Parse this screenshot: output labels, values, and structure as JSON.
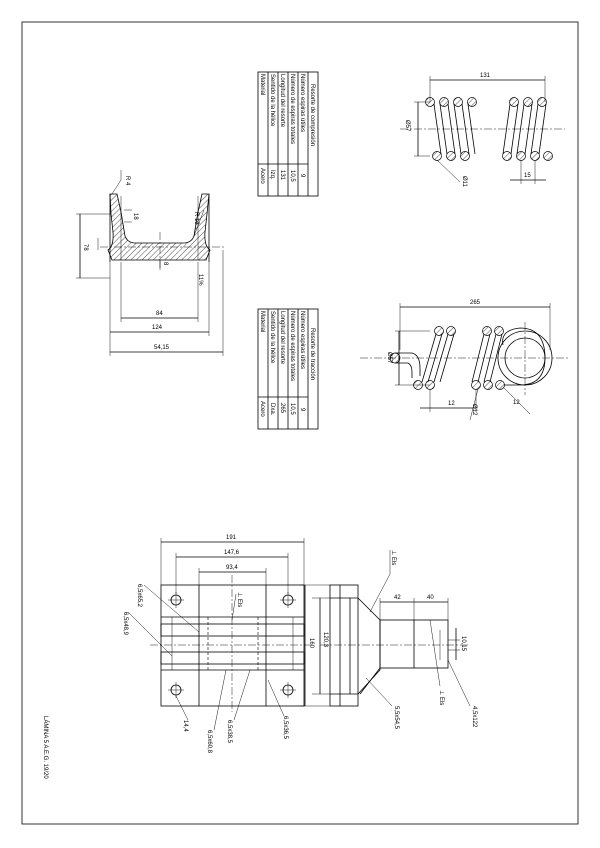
{
  "sheet": {
    "footer_label": "LÁMINA 5 A.E.G. 19/20"
  },
  "beam": {
    "dims": {
      "r4": "R 4",
      "r13": "R 13",
      "d18": "18",
      "d8": "8",
      "d78": "78",
      "slope": "11%",
      "d84": "84",
      "d124": "124",
      "d5415": "54,15"
    }
  },
  "compression_table": {
    "title": "Resorte de compresión",
    "rows": [
      {
        "label": "Número espiras útiles",
        "value": "9"
      },
      {
        "label": "Número de espiras totales",
        "value": "10,5"
      },
      {
        "label": "Longitud del resorte",
        "value": "131"
      },
      {
        "label": "Sentido de la hélice",
        "value": "Izq."
      },
      {
        "label": "Material",
        "value": "Acero"
      }
    ]
  },
  "compression_spring": {
    "dims": {
      "length": "131",
      "diameter": "Ø57",
      "wire": "Ø11",
      "pitch": "15"
    }
  },
  "traction_table": {
    "title": "Resorte de tracción",
    "rows": [
      {
        "label": "Número espiras útiles",
        "value": "9"
      },
      {
        "label": "Número de espiras totales",
        "value": "10,5"
      },
      {
        "label": "Longitud del resorte",
        "value": "265"
      },
      {
        "label": "Sentido de la hélice",
        "value": "Dxa."
      },
      {
        "label": "Material",
        "value": "Acero"
      }
    ]
  },
  "traction_spring": {
    "dims": {
      "length": "265",
      "diameter": "Ø57",
      "wire": "Ø12",
      "pitch": "12",
      "gap": "12"
    }
  },
  "bracket": {
    "dims": {
      "d191": "191",
      "d1476": "147,6",
      "d934": "93,4",
      "d1203": "120,3",
      "d160": "160",
      "d42": "42",
      "d40": "40",
      "d1015": "10,15",
      "weld1": "6,5x65,2",
      "weld2": "6,5x48,9",
      "weld3": "14,4",
      "weld4": "6,5x60,8",
      "weld5": "6,5x38,5",
      "weld6": "6,5x36,5",
      "weld7": "5,5x54,5",
      "weld8": "4,5x122",
      "els1": "⊥ Els",
      "els2": "⊥ Els",
      "els3": "⊥ Els"
    }
  }
}
